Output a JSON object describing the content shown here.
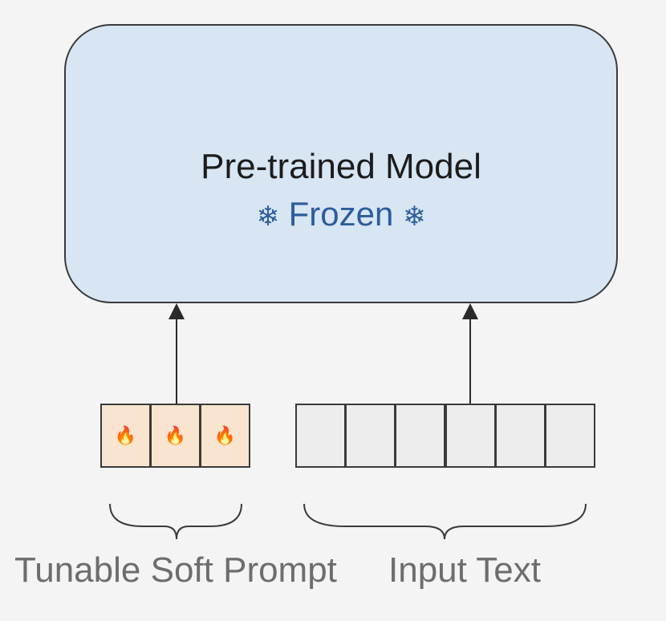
{
  "model": {
    "title": "Pre-trained Model",
    "status_label": "Frozen",
    "status_icon": "snowflake-icon",
    "status_glyph": "❄"
  },
  "soft_prompt": {
    "label": "Tunable Soft Prompt",
    "cell_icon": "fire-icon",
    "cell_glyph": "🔥",
    "cell_count": 3
  },
  "input_text": {
    "label": "Input Text",
    "cell_count": 6
  },
  "colors": {
    "model_fill": "#d8e5f3",
    "frozen_text": "#2b5d9c",
    "prompt_fill": "#f9e4cf",
    "input_fill": "#ededed"
  }
}
